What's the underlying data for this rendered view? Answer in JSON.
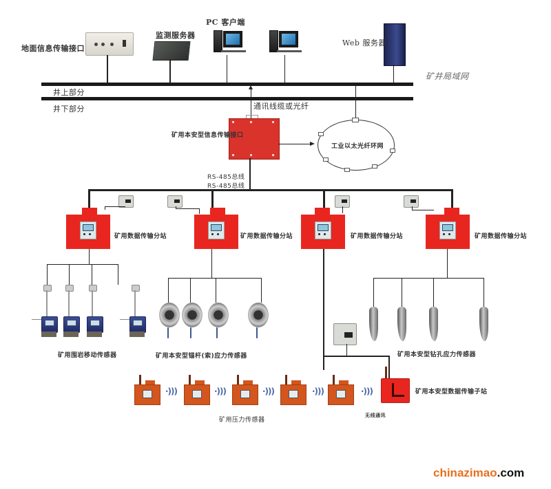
{
  "diagram": {
    "title": "Mine pressure monitoring system topology",
    "surface": {
      "nodes": [
        {
          "id": "surface-interface",
          "label": "地面信息传输接口"
        },
        {
          "id": "monitor-server",
          "label": "监测服务器"
        },
        {
          "id": "pc-client",
          "label": "PC 客户端"
        },
        {
          "id": "web-server",
          "label": "Web 服务器"
        }
      ],
      "network_label": "矿井局域网"
    },
    "zones": {
      "above": "井上部分",
      "below": "井下部分"
    },
    "uplink_label": "通讯线缆或光纤",
    "core": {
      "info_interface": "矿用本安型信息传输接口",
      "ring_network": "工业以太光纤环网",
      "bus_labels": [
        "RS-485总线",
        "RS-485总线"
      ]
    },
    "substations": [
      {
        "label": "矿用数据传输分站"
      },
      {
        "label": "矿用数据传输分站"
      },
      {
        "label": "矿用数据传输分站"
      },
      {
        "label": "矿用数据传输分站"
      }
    ],
    "sensor_groups": [
      {
        "label": "矿用围岩移动传感器",
        "count": 4
      },
      {
        "label": "矿用本安型锚杆(索)应力传感器",
        "count": 4
      },
      {
        "label": "矿用本安型钻孔应力传感器",
        "count": 4
      }
    ],
    "wireless": {
      "pressure_sensor_label": "矿用压力传感器",
      "pressure_sensor_count": 5,
      "wireless_label": "无线通讯",
      "sub_station_label": "矿用本安型数据传输子站"
    },
    "watermark": {
      "part1": "chinazimao",
      "part2": ".com"
    }
  }
}
